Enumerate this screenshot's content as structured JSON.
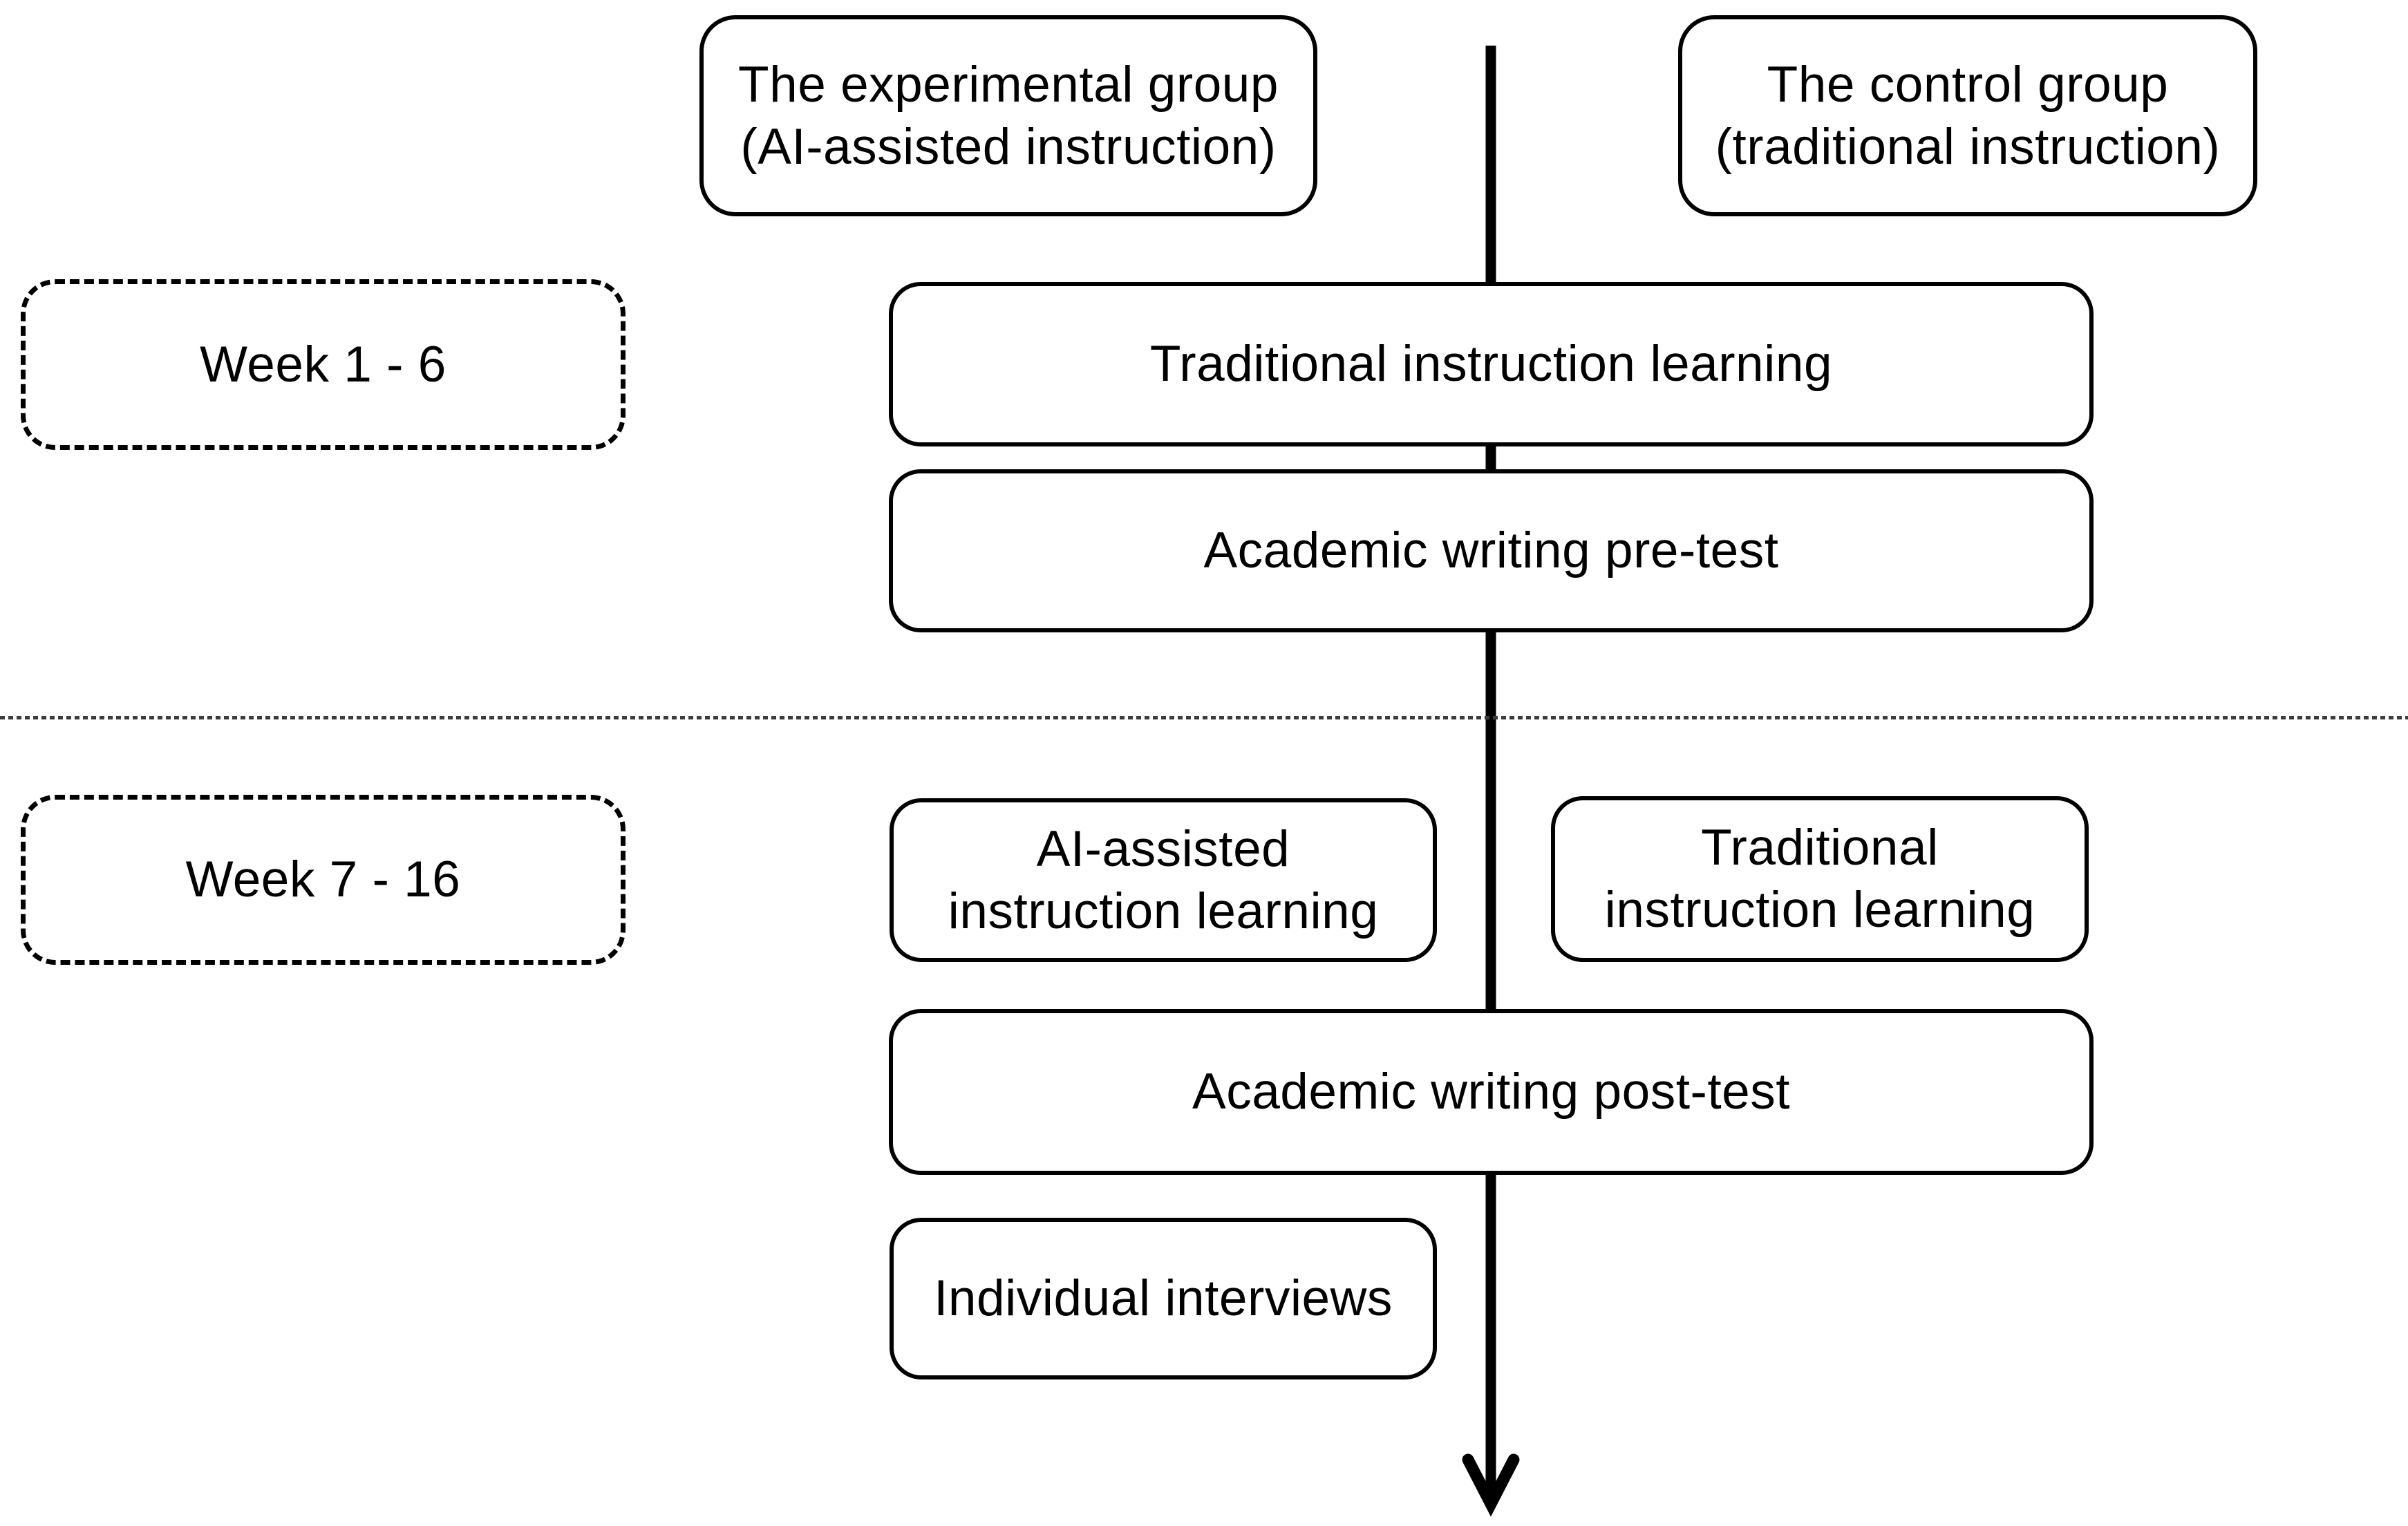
{
  "diagram": {
    "groups": {
      "experimental": "The experimental group\n(AI-assisted instruction)",
      "control": "The control group\n(traditional instruction)"
    },
    "phase_1": {
      "week": "Week 1 - 6",
      "step_traditional": "Traditional instruction learning",
      "step_pretest": "Academic writing pre-test"
    },
    "phase_2": {
      "week": "Week 7 - 16",
      "experimental_branch": "AI-assisted\ninstruction learning",
      "control_branch": "Traditional\ninstruction learning",
      "step_posttest": "Academic writing post-test",
      "step_interviews": "Individual interviews"
    },
    "colors": {
      "box_border": "#000000",
      "text": "#000000",
      "timeline_arrow": "#000000",
      "phase_divider": "#3c3c3c",
      "background": "#ffffff"
    }
  }
}
